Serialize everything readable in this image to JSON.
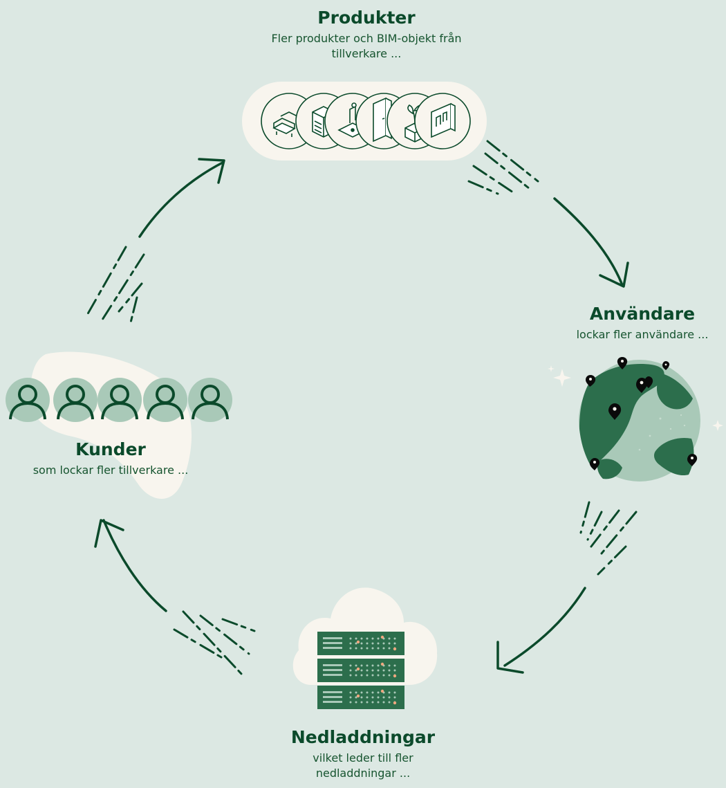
{
  "nodes": {
    "produkter": {
      "title": "Produkter",
      "subtitle": "Fler produkter och BIM-objekt från tillverkare ..."
    },
    "anvandare": {
      "title": "Användare",
      "subtitle": "lockar fler användare ..."
    },
    "nedladdningar": {
      "title": "Nedladdningar",
      "subtitle": "vilket leder till fler nedladdningar ..."
    },
    "kunder": {
      "title": "Kunder",
      "subtitle": "som lockar fler tillverkare ..."
    }
  },
  "icons": {
    "products": [
      "sofa-icon",
      "cabinet-icon",
      "faucet-icon",
      "door-icon",
      "plant-icon",
      "panel-icon"
    ],
    "users": [
      "person-icon",
      "person-icon",
      "person-icon",
      "person-icon",
      "person-icon"
    ],
    "globe": "globe-icon",
    "servers": [
      "server-icon",
      "server-icon",
      "server-icon"
    ],
    "cloud": "cloud-icon"
  },
  "colors": {
    "background": "#dce8e3",
    "dark_green": "#0b4a2b",
    "mid_green": "#2c6e4c",
    "light_green": "#a9c9b8",
    "cream": "#f8f5ee",
    "accent_orange": "#f0a77f"
  }
}
